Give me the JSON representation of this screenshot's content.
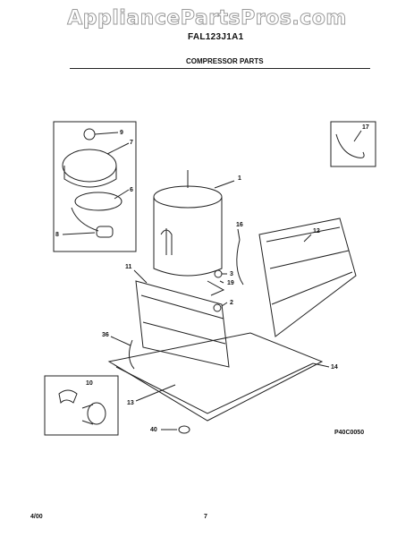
{
  "watermark": "AppliancePartsPros.com",
  "model_number": "FAL123J1A1",
  "section_title": "COMPRESSOR PARTS",
  "part_labels": [
    "1",
    "3",
    "2",
    "7",
    "9",
    "6",
    "8",
    "10",
    "11",
    "12",
    "13",
    "14",
    "16",
    "17",
    "19",
    "36",
    "40"
  ],
  "diagram_code": "P40C0050",
  "date": "4/00",
  "page_number": "7"
}
